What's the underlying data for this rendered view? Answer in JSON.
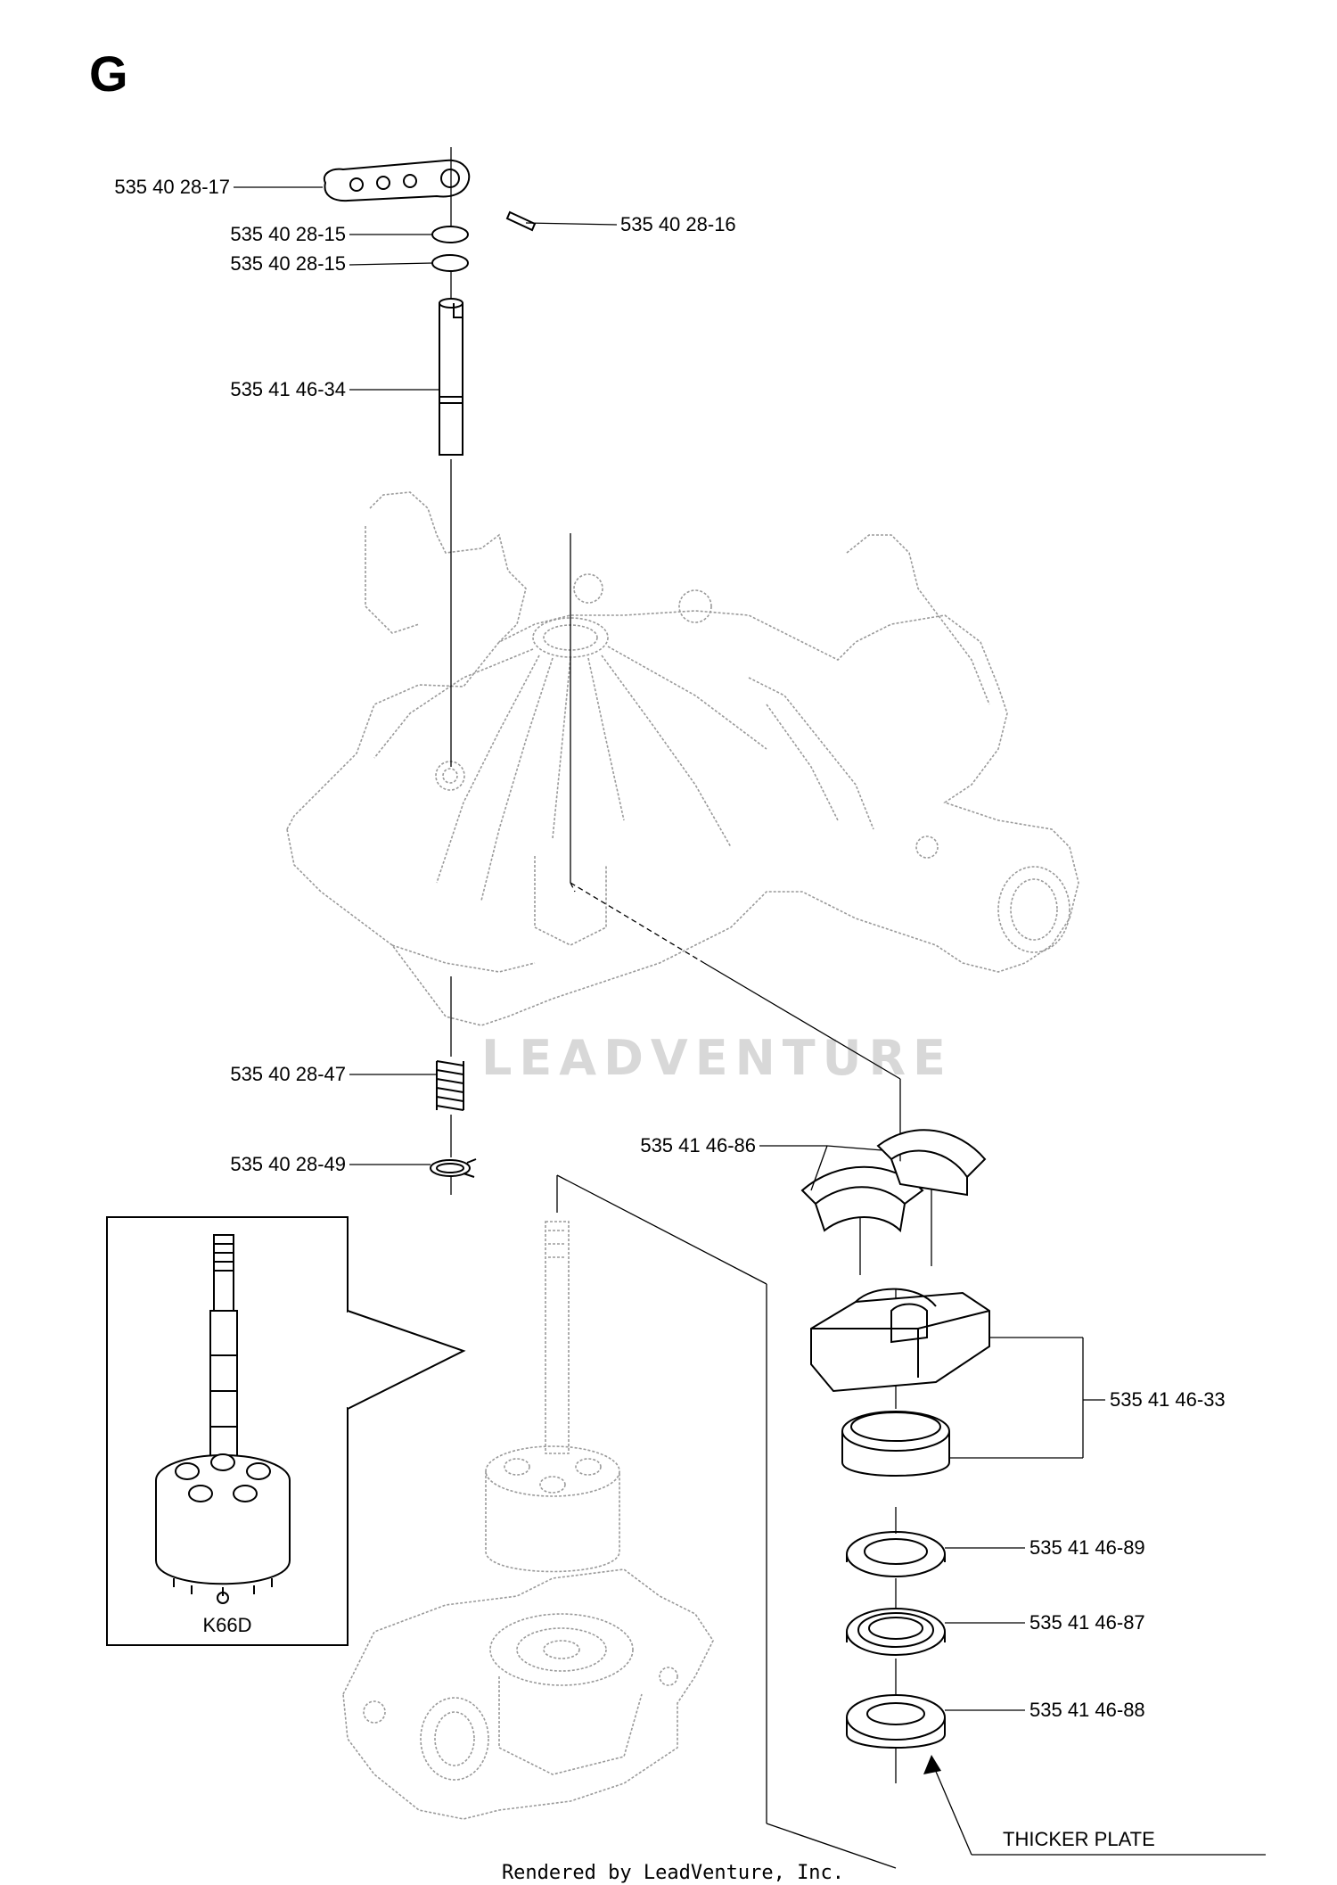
{
  "page": {
    "section_letter": "G",
    "footer": "Rendered by LeadVenture, Inc.",
    "watermark": "LEADVENTURE"
  },
  "labels": {
    "p_535_40_28_17": "535 40 28-17",
    "p_535_40_28_16": "535 40 28-16",
    "p_535_40_28_15_a": "535 40 28-15",
    "p_535_40_28_15_b": "535 40 28-15",
    "p_535_41_46_34": "535 41 46-34",
    "p_535_40_28_47": "535 40 28-47",
    "p_535_40_28_49": "535 40 28-49",
    "p_535_41_46_86": "535 41 46-86",
    "p_535_41_46_33": "535 41 46-33",
    "p_535_41_46_89": "535 41 46-89",
    "p_535_41_46_87": "535 41 46-87",
    "p_535_41_46_88": "535 41 46-88",
    "inset_model": "K66D",
    "thicker_plate": "THICKER PLATE"
  }
}
